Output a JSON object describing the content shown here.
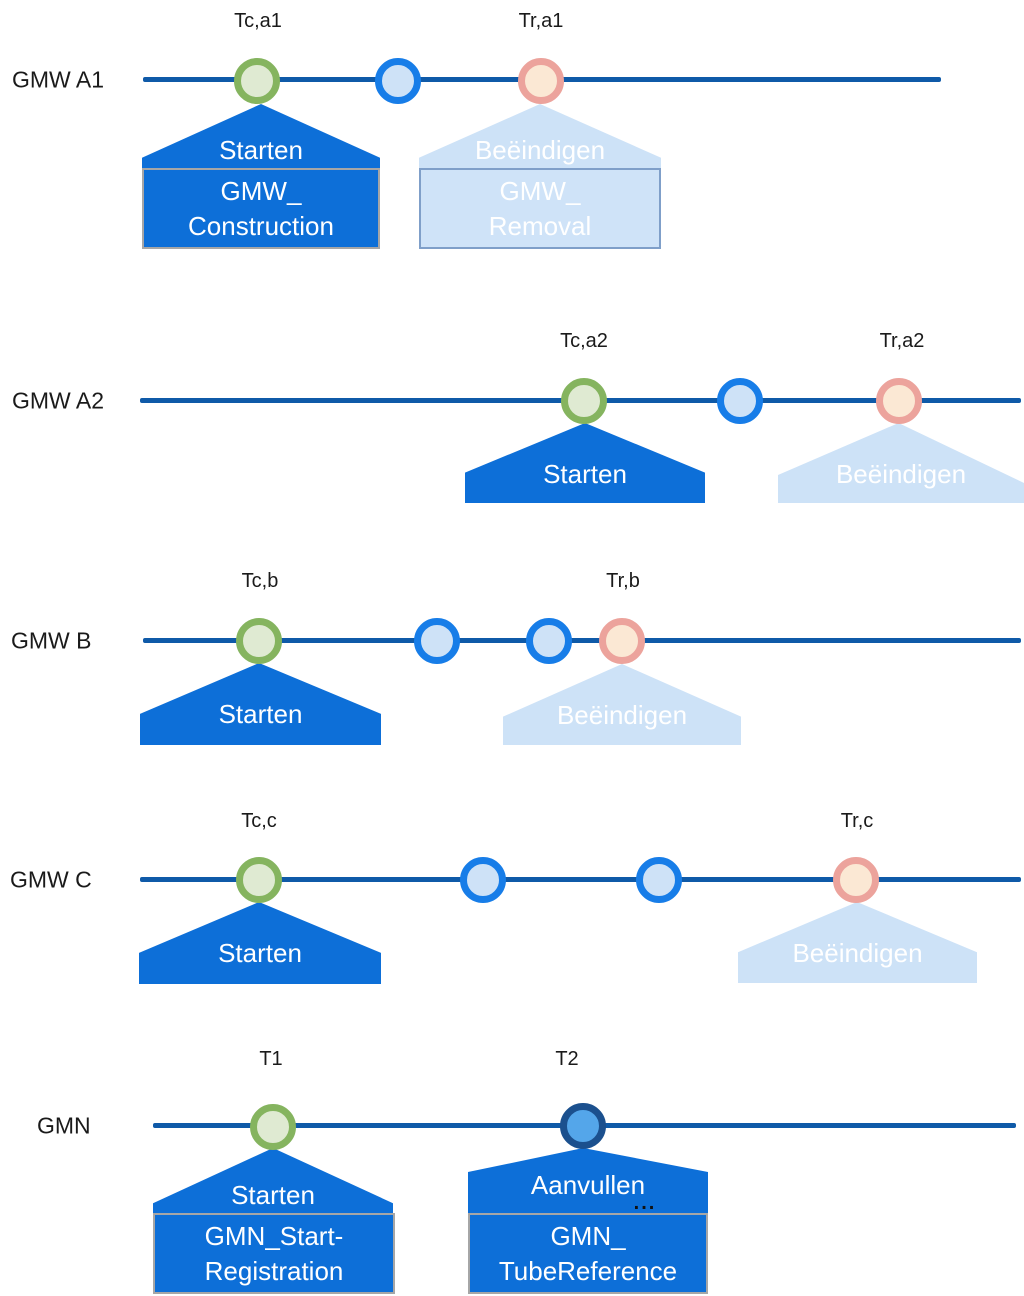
{
  "diagram": {
    "description_rows": [
      "GMW A1",
      "GMW A2",
      "GMW B",
      "GMW C",
      "GMN"
    ],
    "colors": {
      "timeline": "#0f5aa8",
      "solid_callout_blue": "#0d6fd8",
      "light_callout_blue": "#cde2f7",
      "green_marker_stroke": "#85b45f",
      "green_marker_fill": "#dfead2",
      "blue_marker_stroke": "#177de8",
      "blue_marker_fill": "#cee2f7",
      "pink_marker_stroke": "#eca39c",
      "pink_marker_fill": "#fbe8d4",
      "navy_marker_stroke": "#1b508e",
      "navy_marker_fill": "#54a6ea",
      "solid_box_border": "#a6a6a6",
      "light_box_border": "#7f9fc9"
    }
  },
  "rows": [
    {
      "label": "GMW A1",
      "t_start": "Tc,a1",
      "t_end": "Tr,a1",
      "callout_start": {
        "title": "Starten",
        "line1": "GMW_",
        "line2": "Construction"
      },
      "callout_end": {
        "title": "Beëindigen",
        "line1": "GMW_",
        "line2": "Removal"
      }
    },
    {
      "label": "GMW A2",
      "t_start": "Tc,a2",
      "t_end": "Tr,a2",
      "callout_start": {
        "title": "Starten"
      },
      "callout_end": {
        "title": "Beëindigen"
      }
    },
    {
      "label": "GMW B",
      "t_start": "Tc,b",
      "t_end": "Tr,b",
      "callout_start": {
        "title": "Starten"
      },
      "callout_end": {
        "title": "Beëindigen"
      }
    },
    {
      "label": "GMW C",
      "t_start": "Tc,c",
      "t_end": "Tr,c",
      "callout_start": {
        "title": "Starten"
      },
      "callout_end": {
        "title": "Beëindigen"
      }
    },
    {
      "label": "GMN",
      "t_start": "T1",
      "t_end": "T2",
      "callout_start": {
        "title": "Starten",
        "line1": "GMN_Start-",
        "line2": "Registration"
      },
      "callout_end": {
        "title": "Aanvullen",
        "line1": "GMN_",
        "line2": "TubeReference"
      },
      "ellipsis": "..."
    }
  ]
}
